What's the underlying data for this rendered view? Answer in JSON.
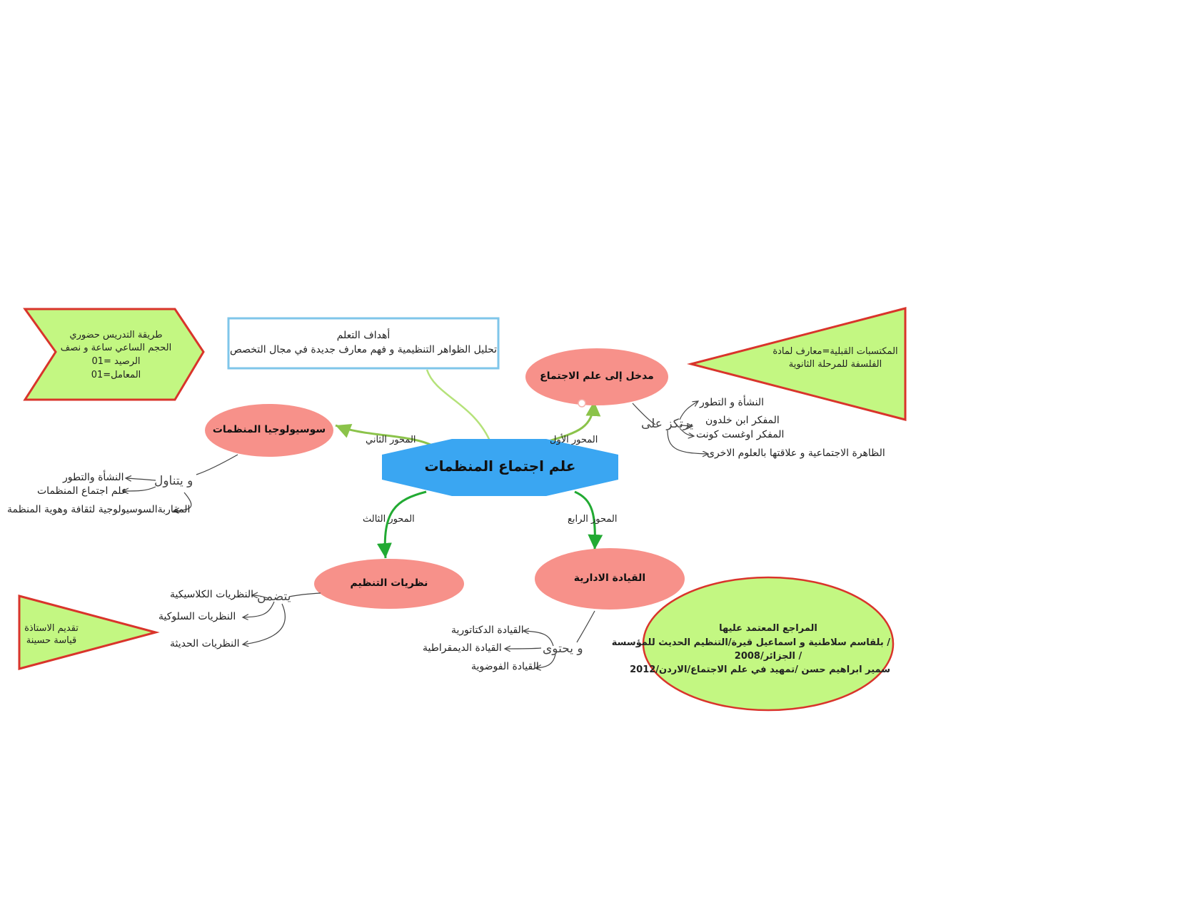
{
  "central": {
    "label": "علم اجتماع المنظمات"
  },
  "objectives": {
    "title": "أهداف التعلم",
    "text": "تحليل الظواهر التنظيمية و فهم معارف جديدة في مجال التخصص"
  },
  "teaching_info": {
    "lines": [
      "طريقة التدريس حضوري",
      "الحجم الساعي ساعة و نصف",
      "الرصيد =01",
      "المعامل=01"
    ]
  },
  "prerequisites": {
    "lines": [
      "المكتسبات القبلية=معارف  لمادة",
      "الفلسفة للمرحلة الثانوية"
    ]
  },
  "assessment": {
    "lines": [
      "تقديم الاستاذة",
      "قياسة حسينة"
    ]
  },
  "references": {
    "lines": [
      "المراجع المعتمد عليها",
      "/ بلقاسم سلاطنية و اسماعيل قيرة/التنظيم الحديث للمؤسسة",
      "/ الجزائر/2008",
      "سمير ابراهيم حسن /تمهيد في علم الاجتماع/الاردن/2012"
    ]
  },
  "axes": [
    {
      "edge_label": "المحور الأول",
      "title": "مدخل إلى علم الاجتماع",
      "verb": "يرتكز على",
      "children": [
        "النشأة و التطور",
        "المفكر ابن خلدون",
        "المفكر اوغست كونت",
        "الظاهرة الاجتماعية و علاقتها بالعلوم الاخرى"
      ]
    },
    {
      "edge_label": "المحور الثاني",
      "title": "سوسيولوجيا المنظمات",
      "verb": "و يتناول",
      "children": [
        "النشأة والتطور",
        "علم اجتماع المنظمات",
        "المقاربةالسوسيولوجية لثقافة وهوية المنظمة"
      ]
    },
    {
      "edge_label": "المحور الثالث",
      "title": "نظريات التنظيم",
      "verb": "يتضمن",
      "children": [
        "النظريات الكلاسيكية",
        "النظريات السلوكية",
        "النظريات الحديثة"
      ]
    },
    {
      "edge_label": "المحور الرابع",
      "title": "القيادة الادارية",
      "verb": "و يحتوى",
      "children": [
        "القيادة الدكتاتورية",
        "القيادة الديمقراطية",
        "القيادة الفوضوية"
      ]
    }
  ],
  "colors": {
    "central_fill": "#3aa6f2",
    "node_fill": "#f7918a",
    "green_fill": "#c3f782",
    "red_stroke": "#d9342b",
    "box_stroke": "#7fc6ea",
    "green_edge": "#22aa33",
    "olive_edge": "#8bc34a"
  }
}
